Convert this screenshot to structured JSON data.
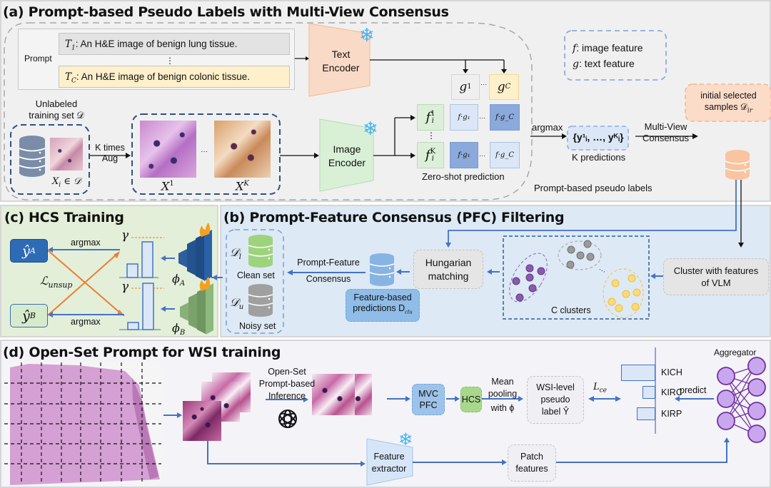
{
  "panel_a": {
    "title": "(a) Prompt-based Pseudo Labels with Multi-View Consensus",
    "prompt_label": "Prompt",
    "prompt_t1_sym": "T",
    "prompt_t1_sub": "1",
    "prompt_t1_text": ": An H&E image of benign lung tissue.",
    "prompt_dots": "⋮",
    "prompt_tc_sym": "T",
    "prompt_tc_sub": "C",
    "prompt_tc_text": ": An H&E image of benign colonic tissue.",
    "text_encoder_line1": "Text",
    "text_encoder_line2": "Encoder",
    "image_encoder_line1": "Image",
    "image_encoder_line2": "Encoder",
    "legend_f": "f",
    "legend_f_text": ": image feature",
    "legend_g": "g",
    "legend_g_text": ": text feature",
    "g1": "g",
    "g1_sub": "1",
    "g_dots": "···",
    "gc": "g",
    "gc_sub": "C",
    "f1": "f",
    "f1_sup": "1",
    "f1_sub": "i",
    "fk": "f",
    "fk_sup": "K",
    "fk_sub": "i",
    "f_vdots": "⋮",
    "score_f1g1": "f·g₁",
    "score_f1gc": "f·g_C",
    "score_fkg1": "f·g₁",
    "score_fkgc": "f·g_C",
    "score_f1_sup": "1",
    "score_fk_sup": "K",
    "score_dots": "···",
    "zero_shot_label": "Zero-shot prediction",
    "unlabeled_line1": "Unlabeled",
    "unlabeled_line2": "training set 𝒟",
    "xi_label": "X",
    "xi_sub": "i",
    "xi_in": " ∈ 𝒟",
    "aug_line1": "K times",
    "aug_line2": "Aug",
    "xi1_label": "X",
    "xi1_sup": "1",
    "xik_label": "X",
    "xik_sup": "K",
    "aug_dots": "···",
    "argmax_label": "argmax",
    "predictions_set": "{y¹ᵢ, …, yᴷᵢ}",
    "k_predictions": "K predictions",
    "mvc_line1": "Multi-View",
    "mvc_line2": "Consensus",
    "initial_line1": "initial selected",
    "initial_line2": "samples 𝒟",
    "initial_sub": "ir",
    "pseudo_labels_caption": "Prompt-based pseudo labels"
  },
  "panel_b": {
    "title": "(b) Prompt-Feature Consensus (PFC) Filtering",
    "clean_sym": "𝒟",
    "clean_sub": "l",
    "clean_label": "Clean set",
    "noisy_sym": "𝒟",
    "noisy_sub": "u",
    "noisy_label": "Noisy set",
    "pfc_arrow_line1": "Prompt-Feature",
    "pfc_arrow_line2": "Consensus",
    "feature_pred_line1": "Feature-based",
    "feature_pred_line2": "predictions D",
    "feature_pred_sub": "clu",
    "hungarian_line1": "Hungarian",
    "hungarian_line2": "matching",
    "clusters_label": "C clusters",
    "clusters_dots": "···",
    "cluster_vlm_line1": "Cluster with features",
    "cluster_vlm_line2": "of  VLM"
  },
  "panel_c": {
    "title": "(c) HCS Training",
    "ya": "ŷ",
    "ya_sup": "A",
    "yb": "ŷ",
    "yb_sup": "B",
    "argmax_top": "argmax",
    "argmax_bottom": "argmax",
    "loss": "ℒ",
    "loss_sub": "unsup",
    "gamma_top": "γ",
    "gamma_bottom": "γ",
    "phi_a": "ϕ",
    "phi_a_sub": "A",
    "phi_b": "ϕ",
    "phi_b_sub": "B"
  },
  "panel_d": {
    "title": "(d) Open-Set Prompt for WSI training",
    "inference_line1": "Open-Set",
    "inference_line2": "Prompt-based",
    "inference_line3": "Inference",
    "mvc_pfc_line1": "MVC",
    "mvc_pfc_line2": "PFC",
    "hcs": "HCS",
    "mean_line1": "Mean",
    "mean_line2": "pooling",
    "mean_line3": "with ϕ",
    "wsi_label_line1": "WSI-level",
    "wsi_label_line2": "pseudo",
    "wsi_label_line3": "label Ŷ",
    "loss_ce": "L",
    "loss_ce_sub": "ce",
    "classes": [
      "KICH",
      "KIRC",
      "KIRP"
    ],
    "class_scores": [
      0.85,
      0.32,
      0.47
    ],
    "predict_label": "predict",
    "aggregator_label": "Aggregator",
    "feature_extractor_line1": "Feature",
    "feature_extractor_line2": "extractor",
    "patch_features_line1": "Patch",
    "patch_features_line2": "features"
  },
  "colors": {
    "panel_a_bg": "#f0f0f0",
    "panel_b_bg": "#dde9f5",
    "panel_c_bg": "#e3efd9",
    "panel_d_bg": "#f4f3f8",
    "text_encoder": "#f9dac6",
    "image_encoder": "#d9f0d6",
    "blue_arrow": "#4472c4",
    "orange_arrow": "#ed7d31",
    "dark_blue": "#2e5e9e",
    "snowflake": "#45b3f5"
  }
}
